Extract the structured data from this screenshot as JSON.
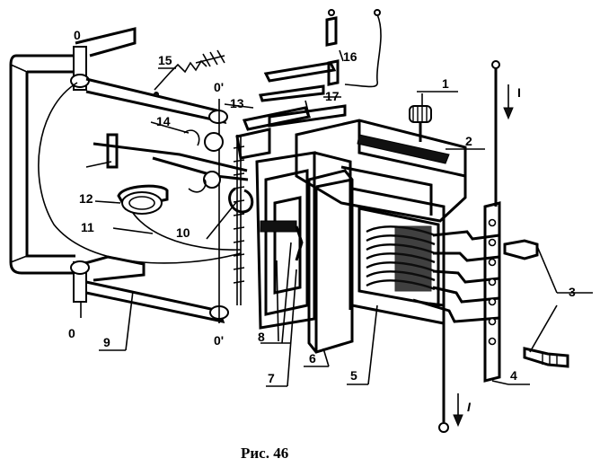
{
  "labels": {
    "n1": "1",
    "n2": "2",
    "n3": "3",
    "n4": "4",
    "n5": "5",
    "n6": "6",
    "n7": "7",
    "n8": "8",
    "n9": "9",
    "n10": "10",
    "n11": "11",
    "n12": "12",
    "n13": "13",
    "n14": "14",
    "n15": "15",
    "n16": "16",
    "n17": "17",
    "zero_top": "0",
    "zero_top_right": "0'",
    "zero_bottom": "0",
    "zero_bottom_right": "0'",
    "current_top": "I",
    "current_bottom": "I"
  },
  "caption": "Рис. 46"
}
